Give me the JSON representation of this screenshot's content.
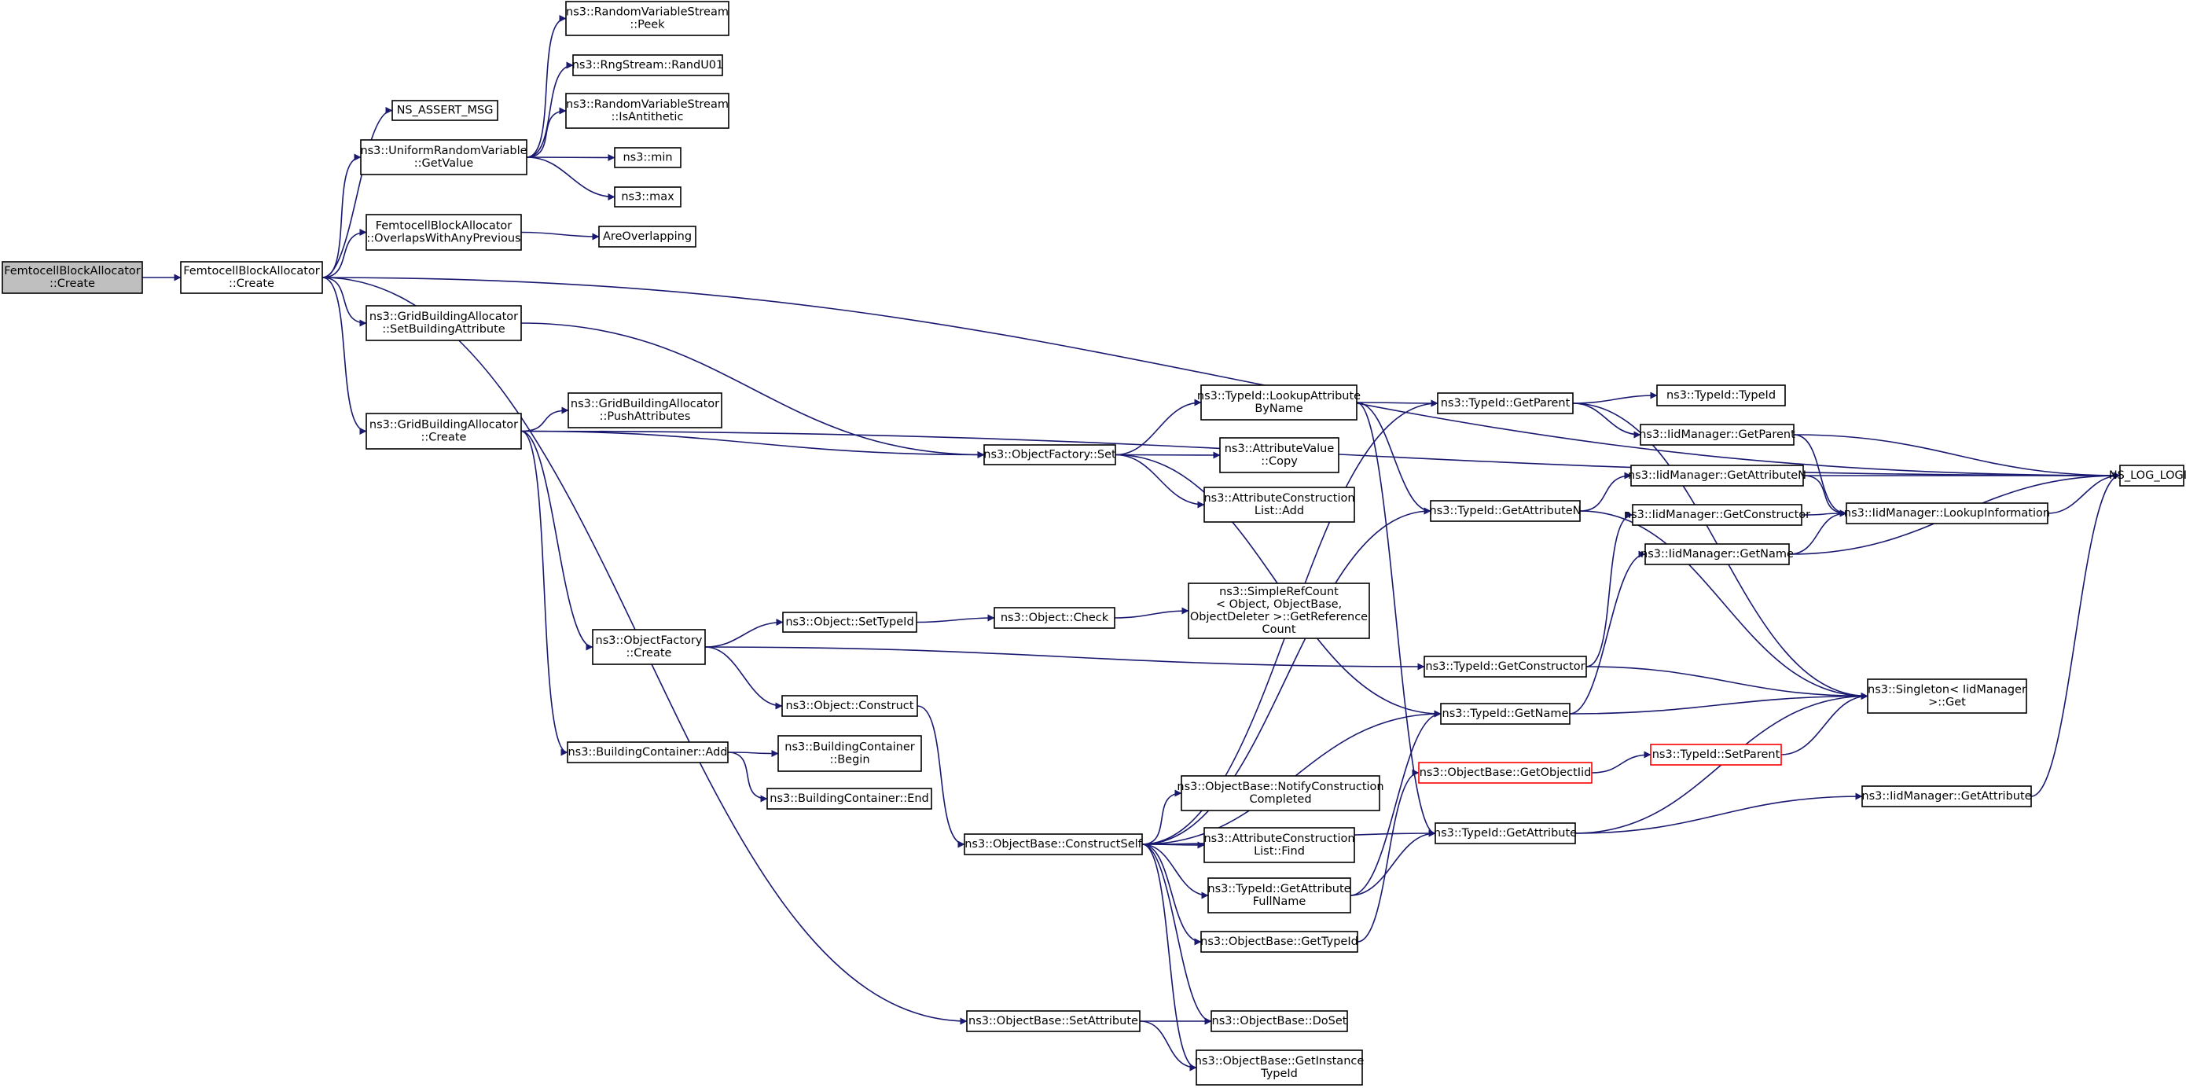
{
  "colors": {
    "edge": "#191970",
    "node_border": "#000000",
    "node_fill": "#ffffff",
    "root_fill": "#bfbfbf",
    "external_border": "#ff0000"
  },
  "nodes": [
    {
      "id": "root",
      "lines": [
        "FemtocellBlockAllocator",
        "::Create"
      ],
      "style": "root"
    },
    {
      "id": "fba_create",
      "lines": [
        "FemtocellBlockAllocator",
        "::Create"
      ],
      "style": "normal"
    },
    {
      "id": "ns_assert",
      "lines": [
        "NS_ASSERT_MSG"
      ],
      "style": "normal"
    },
    {
      "id": "urv_getvalue",
      "lines": [
        "ns3::UniformRandomVariable",
        "::GetValue"
      ],
      "style": "normal"
    },
    {
      "id": "rvs_peek",
      "lines": [
        "ns3::RandomVariableStream",
        "::Peek"
      ],
      "style": "normal"
    },
    {
      "id": "rng_randu01",
      "lines": [
        "ns3::RngStream::RandU01"
      ],
      "style": "normal"
    },
    {
      "id": "rvs_isanti",
      "lines": [
        "ns3::RandomVariableStream",
        "::IsAntithetic"
      ],
      "style": "normal"
    },
    {
      "id": "ns3_min",
      "lines": [
        "ns3::min"
      ],
      "style": "normal"
    },
    {
      "id": "ns3_max",
      "lines": [
        "ns3::max"
      ],
      "style": "normal"
    },
    {
      "id": "fba_overlaps",
      "lines": [
        "FemtocellBlockAllocator",
        "::OverlapsWithAnyPrevious"
      ],
      "style": "normal"
    },
    {
      "id": "are_overlapping",
      "lines": [
        "AreOverlapping"
      ],
      "style": "normal"
    },
    {
      "id": "gba_setbuildingattr",
      "lines": [
        "ns3::GridBuildingAllocator",
        "::SetBuildingAttribute"
      ],
      "style": "normal"
    },
    {
      "id": "gba_create",
      "lines": [
        "ns3::GridBuildingAllocator",
        "::Create"
      ],
      "style": "normal"
    },
    {
      "id": "gba_pushattrs",
      "lines": [
        "ns3::GridBuildingAllocator",
        "::PushAttributes"
      ],
      "style": "normal"
    },
    {
      "id": "of_set",
      "lines": [
        "ns3::ObjectFactory::Set"
      ],
      "style": "normal"
    },
    {
      "id": "tid_lookupattr",
      "lines": [
        "ns3::TypeId::LookupAttribute",
        "ByName"
      ],
      "style": "normal"
    },
    {
      "id": "av_copy",
      "lines": [
        "ns3::AttributeValue",
        "::Copy"
      ],
      "style": "normal"
    },
    {
      "id": "acl_add",
      "lines": [
        "ns3::AttributeConstruction",
        "List::Add"
      ],
      "style": "normal"
    },
    {
      "id": "tid_getparent",
      "lines": [
        "ns3::TypeId::GetParent"
      ],
      "style": "normal"
    },
    {
      "id": "tid_typeid",
      "lines": [
        "ns3::TypeId::TypeId"
      ],
      "style": "normal"
    },
    {
      "id": "iid_getparent",
      "lines": [
        "ns3::IidManager::GetParent"
      ],
      "style": "normal"
    },
    {
      "id": "ns_log_logic",
      "lines": [
        "NS_LOG_LOGIC"
      ],
      "style": "normal"
    },
    {
      "id": "iid_getattrn",
      "lines": [
        "ns3::IidManager::GetAttributeN"
      ],
      "style": "normal"
    },
    {
      "id": "iid_lookupinfo",
      "lines": [
        "ns3::IidManager::LookupInformation"
      ],
      "style": "normal"
    },
    {
      "id": "iid_getconstructor",
      "lines": [
        "ns3::IidManager::GetConstructor"
      ],
      "style": "normal"
    },
    {
      "id": "iid_getname",
      "lines": [
        "ns3::IidManager::GetName"
      ],
      "style": "normal"
    },
    {
      "id": "tid_getattrn",
      "lines": [
        "ns3::TypeId::GetAttributeN"
      ],
      "style": "normal"
    },
    {
      "id": "src_getrefcount",
      "lines": [
        "ns3::SimpleRefCount",
        "< Object, ObjectBase,",
        "ObjectDeleter >::GetReference",
        "Count"
      ],
      "style": "normal"
    },
    {
      "id": "of_create",
      "lines": [
        "ns3::ObjectFactory",
        "::Create"
      ],
      "style": "normal"
    },
    {
      "id": "obj_settypeid",
      "lines": [
        "ns3::Object::SetTypeId"
      ],
      "style": "normal"
    },
    {
      "id": "obj_check",
      "lines": [
        "ns3::Object::Check"
      ],
      "style": "normal"
    },
    {
      "id": "tid_getconstructor",
      "lines": [
        "ns3::TypeId::GetConstructor"
      ],
      "style": "normal"
    },
    {
      "id": "singleton_get",
      "lines": [
        "ns3::Singleton< IidManager",
        ">::Get"
      ],
      "style": "normal"
    },
    {
      "id": "obj_construct",
      "lines": [
        "ns3::Object::Construct"
      ],
      "style": "normal"
    },
    {
      "id": "tid_getname",
      "lines": [
        "ns3::TypeId::GetName"
      ],
      "style": "normal"
    },
    {
      "id": "bc_add",
      "lines": [
        "ns3::BuildingContainer::Add"
      ],
      "style": "normal"
    },
    {
      "id": "bc_begin",
      "lines": [
        "ns3::BuildingContainer",
        "::Begin"
      ],
      "style": "normal"
    },
    {
      "id": "bc_end",
      "lines": [
        "ns3::BuildingContainer::End"
      ],
      "style": "normal"
    },
    {
      "id": "ob_getobjectiid",
      "lines": [
        "ns3::ObjectBase::GetObjectIid"
      ],
      "style": "external"
    },
    {
      "id": "tid_setparent",
      "lines": [
        "ns3::TypeId::SetParent"
      ],
      "style": "external"
    },
    {
      "id": "ob_notifyconstruction",
      "lines": [
        "ns3::ObjectBase::NotifyConstruction",
        "Completed"
      ],
      "style": "normal"
    },
    {
      "id": "iid_getattribute",
      "lines": [
        "ns3::IidManager::GetAttribute"
      ],
      "style": "normal"
    },
    {
      "id": "ob_constructself",
      "lines": [
        "ns3::ObjectBase::ConstructSelf"
      ],
      "style": "normal"
    },
    {
      "id": "acl_find",
      "lines": [
        "ns3::AttributeConstruction",
        "List::Find"
      ],
      "style": "normal"
    },
    {
      "id": "tid_getattribute",
      "lines": [
        "ns3::TypeId::GetAttribute"
      ],
      "style": "normal"
    },
    {
      "id": "tid_getattrfullname",
      "lines": [
        "ns3::TypeId::GetAttribute",
        "FullName"
      ],
      "style": "normal"
    },
    {
      "id": "ob_gettypeid",
      "lines": [
        "ns3::ObjectBase::GetTypeId"
      ],
      "style": "normal"
    },
    {
      "id": "ob_setattribute",
      "lines": [
        "ns3::ObjectBase::SetAttribute"
      ],
      "style": "normal"
    },
    {
      "id": "ob_doset",
      "lines": [
        "ns3::ObjectBase::DoSet"
      ],
      "style": "normal"
    },
    {
      "id": "ob_getinstancetypeid",
      "lines": [
        "ns3::ObjectBase::GetInstance",
        "TypeId"
      ],
      "style": "normal"
    }
  ],
  "edges": [
    [
      "root",
      "fba_create"
    ],
    [
      "fba_create",
      "ns_assert"
    ],
    [
      "fba_create",
      "urv_getvalue"
    ],
    [
      "fba_create",
      "fba_overlaps"
    ],
    [
      "fba_create",
      "ns_log_logic"
    ],
    [
      "fba_create",
      "gba_setbuildingattr"
    ],
    [
      "fba_create",
      "gba_create"
    ],
    [
      "fba_create",
      "ob_setattribute"
    ],
    [
      "urv_getvalue",
      "rvs_peek"
    ],
    [
      "urv_getvalue",
      "rng_randu01"
    ],
    [
      "urv_getvalue",
      "rvs_isanti"
    ],
    [
      "urv_getvalue",
      "ns3_min"
    ],
    [
      "urv_getvalue",
      "ns3_max"
    ],
    [
      "fba_overlaps",
      "are_overlapping"
    ],
    [
      "gba_setbuildingattr",
      "of_set"
    ],
    [
      "gba_create",
      "ns_log_logic"
    ],
    [
      "gba_create",
      "gba_pushattrs"
    ],
    [
      "gba_create",
      "of_set"
    ],
    [
      "gba_create",
      "of_create"
    ],
    [
      "gba_create",
      "bc_add"
    ],
    [
      "of_set",
      "tid_lookupattr"
    ],
    [
      "of_set",
      "av_copy"
    ],
    [
      "of_set",
      "acl_add"
    ],
    [
      "of_set",
      "tid_getname"
    ],
    [
      "tid_lookupattr",
      "tid_getparent"
    ],
    [
      "tid_lookupattr",
      "tid_getattrn"
    ],
    [
      "tid_lookupattr",
      "tid_getattribute"
    ],
    [
      "tid_getparent",
      "tid_typeid"
    ],
    [
      "tid_getparent",
      "iid_getparent"
    ],
    [
      "tid_getparent",
      "singleton_get"
    ],
    [
      "iid_getparent",
      "ns_log_logic"
    ],
    [
      "iid_getparent",
      "iid_lookupinfo"
    ],
    [
      "iid_getattrn",
      "ns_log_logic"
    ],
    [
      "iid_getattrn",
      "iid_lookupinfo"
    ],
    [
      "iid_lookupinfo",
      "ns_log_logic"
    ],
    [
      "iid_getconstructor",
      "iid_lookupinfo"
    ],
    [
      "iid_getname",
      "iid_lookupinfo"
    ],
    [
      "iid_getname",
      "ns_log_logic"
    ],
    [
      "tid_getattrn",
      "iid_getattrn"
    ],
    [
      "tid_getattrn",
      "singleton_get"
    ],
    [
      "of_create",
      "obj_settypeid"
    ],
    [
      "of_create",
      "tid_getconstructor"
    ],
    [
      "of_create",
      "obj_construct"
    ],
    [
      "obj_settypeid",
      "obj_check"
    ],
    [
      "obj_check",
      "src_getrefcount"
    ],
    [
      "tid_getconstructor",
      "iid_getconstructor"
    ],
    [
      "tid_getconstructor",
      "singleton_get"
    ],
    [
      "obj_construct",
      "ob_constructself"
    ],
    [
      "tid_getname",
      "iid_getname"
    ],
    [
      "tid_getname",
      "singleton_get"
    ],
    [
      "bc_add",
      "bc_begin"
    ],
    [
      "bc_add",
      "bc_end"
    ],
    [
      "ob_getobjectiid",
      "tid_setparent"
    ],
    [
      "tid_setparent",
      "singleton_get"
    ],
    [
      "iid_getattribute",
      "ns_log_logic"
    ],
    [
      "ob_constructself",
      "tid_getparent"
    ],
    [
      "ob_constructself",
      "tid_getattrn"
    ],
    [
      "ob_constructself",
      "tid_getname"
    ],
    [
      "ob_constructself",
      "ob_notifyconstruction"
    ],
    [
      "ob_constructself",
      "acl_find"
    ],
    [
      "ob_constructself",
      "tid_getattrfullname"
    ],
    [
      "ob_constructself",
      "ob_gettypeid"
    ],
    [
      "ob_constructself",
      "tid_getattribute"
    ],
    [
      "ob_constructself",
      "ob_doset"
    ],
    [
      "ob_constructself",
      "ob_getinstancetypeid"
    ],
    [
      "tid_getattribute",
      "singleton_get"
    ],
    [
      "tid_getattribute",
      "iid_getattribute"
    ],
    [
      "tid_getattrfullname",
      "tid_getattribute"
    ],
    [
      "tid_getattrfullname",
      "tid_getname"
    ],
    [
      "ob_gettypeid",
      "ob_getobjectiid"
    ],
    [
      "ob_setattribute",
      "ob_doset"
    ],
    [
      "ob_setattribute",
      "ob_getinstancetypeid"
    ]
  ]
}
